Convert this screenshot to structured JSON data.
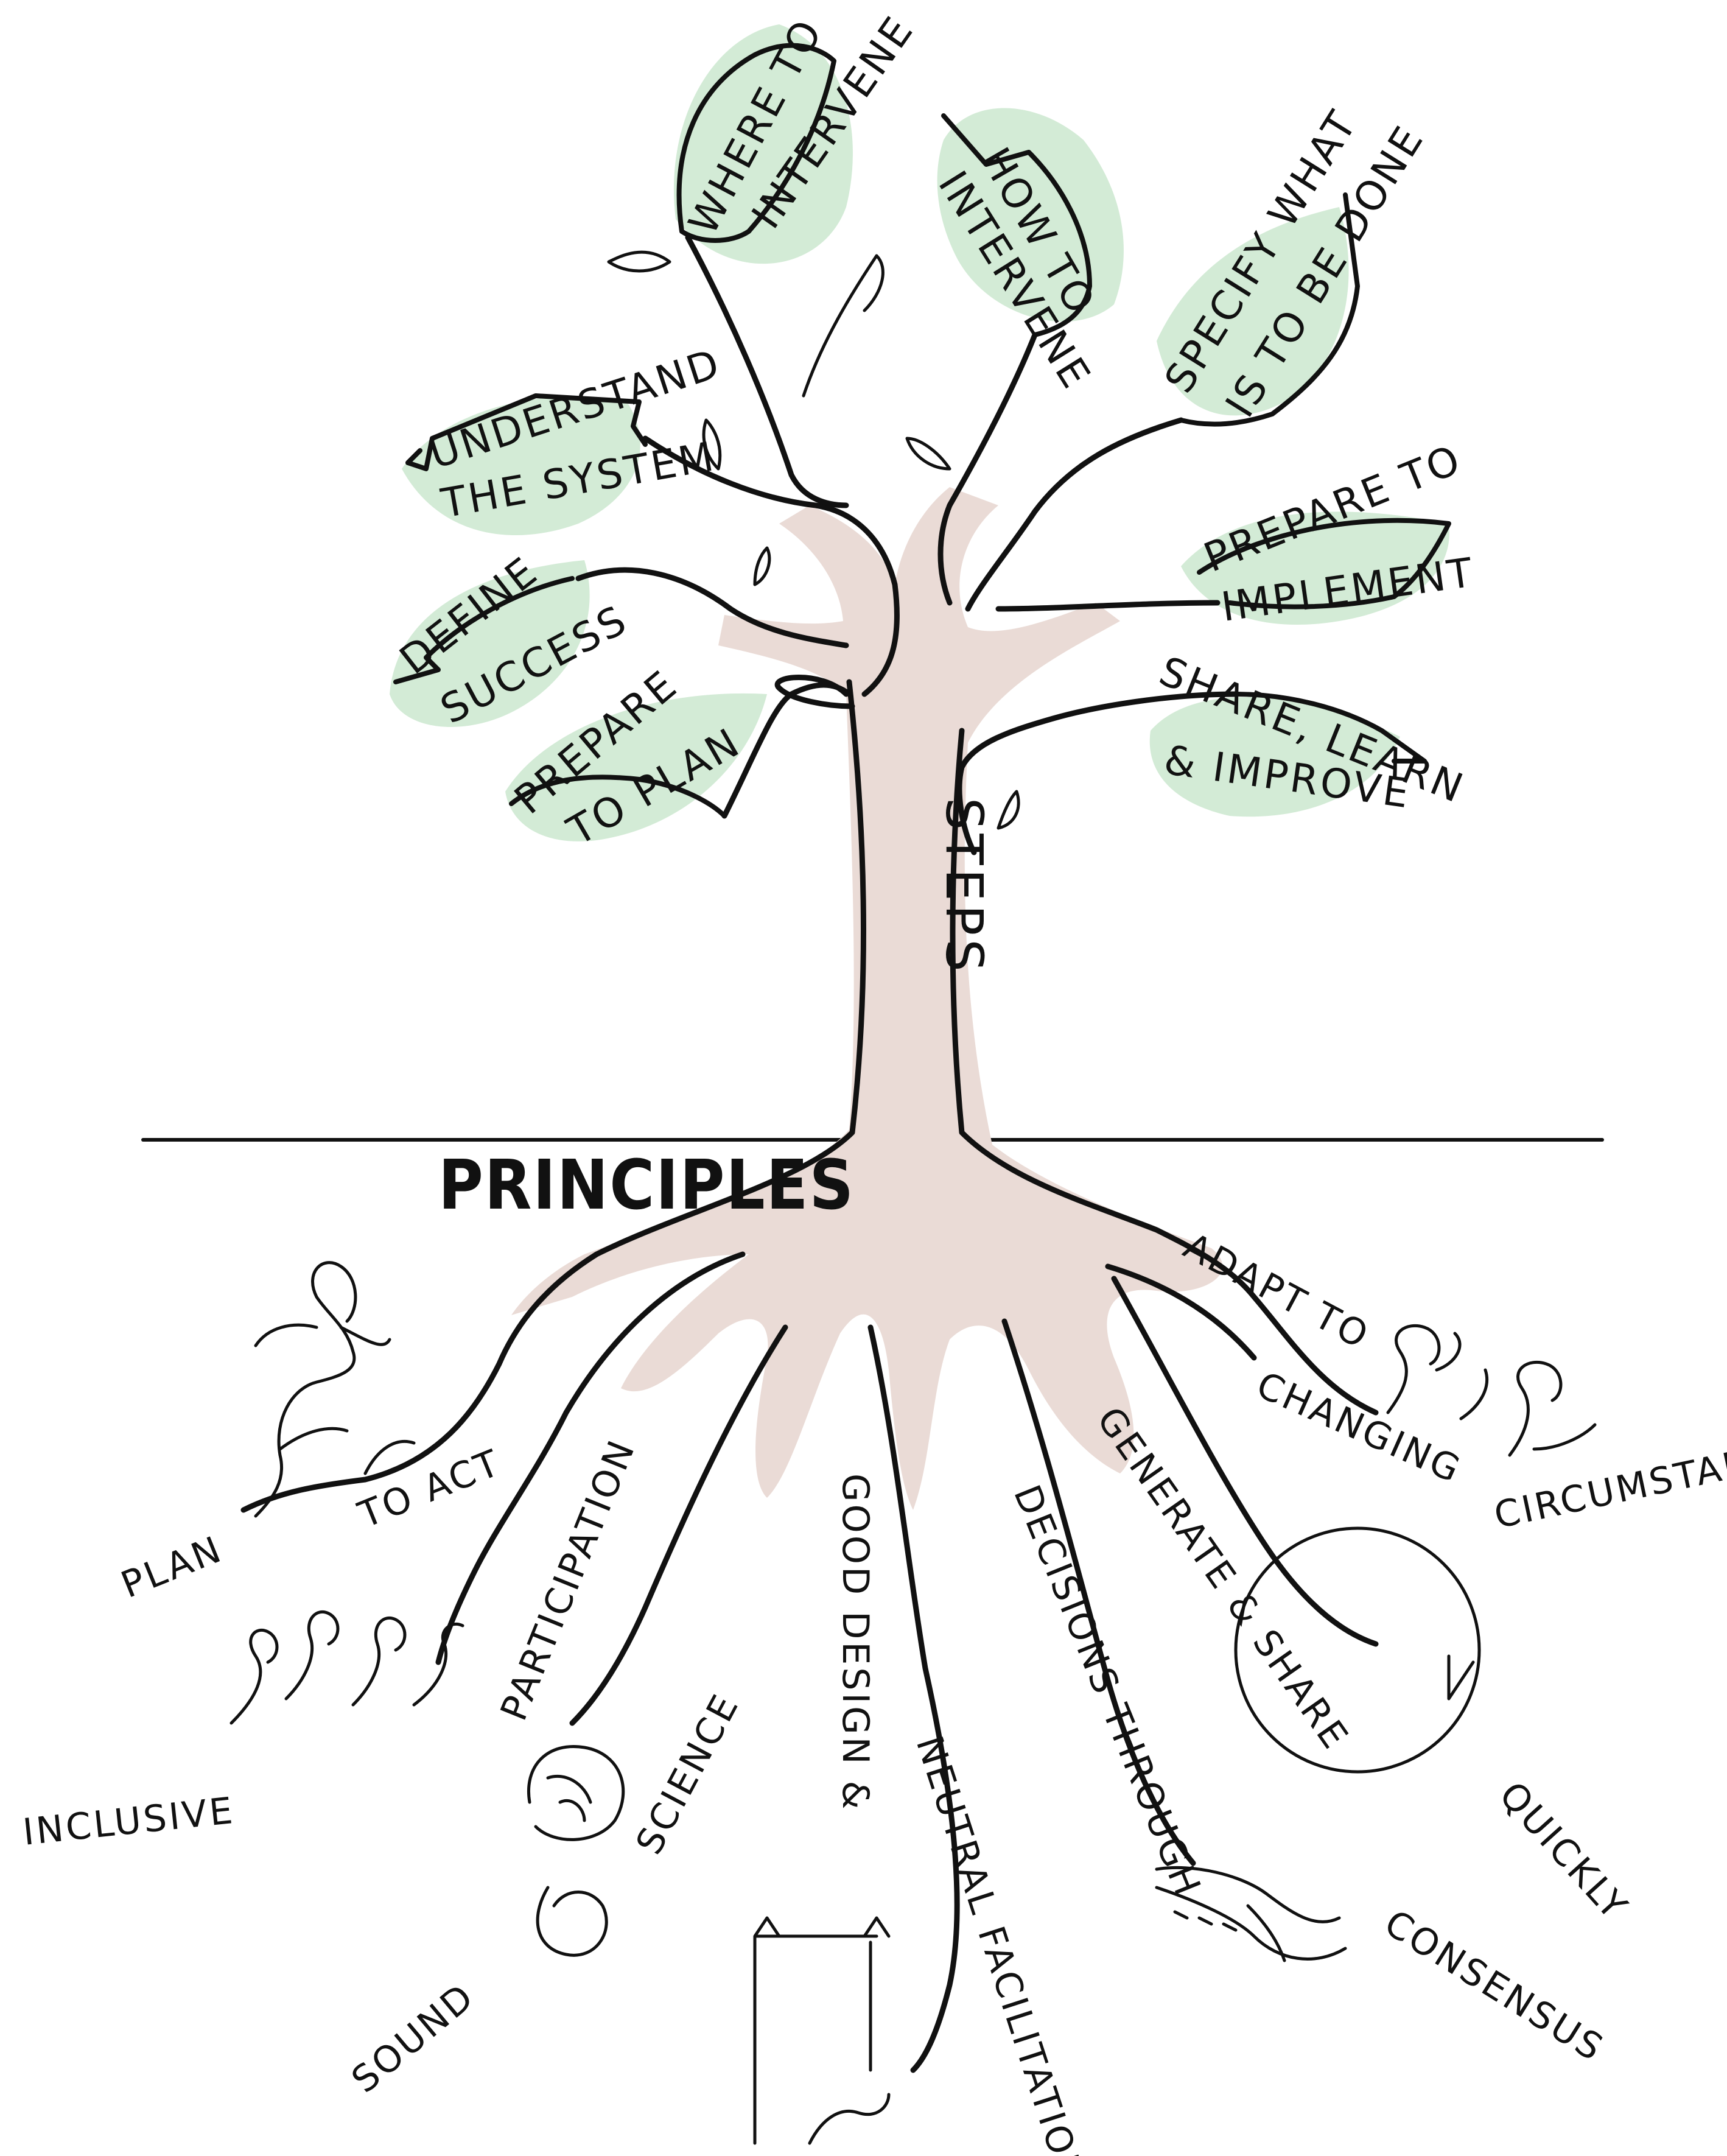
{
  "colors": {
    "leaf": "#d3ebd6",
    "trunk": "#eadbd6",
    "ink": "#111111",
    "background": "#ffffff"
  },
  "trunk_label": "STEPS",
  "ground_label": "PRINCIPLES",
  "steps": [
    {
      "id": "where",
      "lines": [
        "WHERE TO",
        "INTERVENE"
      ]
    },
    {
      "id": "how",
      "lines": [
        "HOW TO",
        "INTERVENE"
      ]
    },
    {
      "id": "specify",
      "lines": [
        "SPECIFY WHAT",
        "IS TO BE DONE"
      ]
    },
    {
      "id": "understand",
      "lines": [
        "UNDERSTAND",
        "THE SYSTEM"
      ]
    },
    {
      "id": "prepare-implement",
      "lines": [
        "PREPARE TO",
        "IMPLEMENT"
      ]
    },
    {
      "id": "define",
      "lines": [
        "DEFINE",
        "SUCCESS"
      ]
    },
    {
      "id": "share",
      "lines": [
        "SHARE, LEARN",
        "& IMPROVE"
      ]
    },
    {
      "id": "prepare-plan",
      "lines": [
        "PREPARE",
        "TO PLAN"
      ]
    }
  ],
  "principles": [
    {
      "id": "plan",
      "parts": [
        "PLAN",
        "TO ACT"
      ]
    },
    {
      "id": "inclusive",
      "parts": [
        "INCLUSIVE",
        "PARTICIPATION"
      ]
    },
    {
      "id": "sound",
      "parts": [
        "SOUND",
        "SCIENCE"
      ]
    },
    {
      "id": "good-design",
      "parts": [
        "GOOD DESIGN &",
        "NEUTRAL FACILITATION"
      ]
    },
    {
      "id": "decisions",
      "parts": [
        "DECISIONS THROUGH",
        "CONSENSUS"
      ]
    },
    {
      "id": "generate",
      "parts": [
        "GENERATE & SHARE",
        "QUICKLY"
      ]
    },
    {
      "id": "adapt",
      "parts": [
        "ADAPT TO",
        "CHANGING",
        "CIRCUMSTANCES"
      ]
    }
  ]
}
